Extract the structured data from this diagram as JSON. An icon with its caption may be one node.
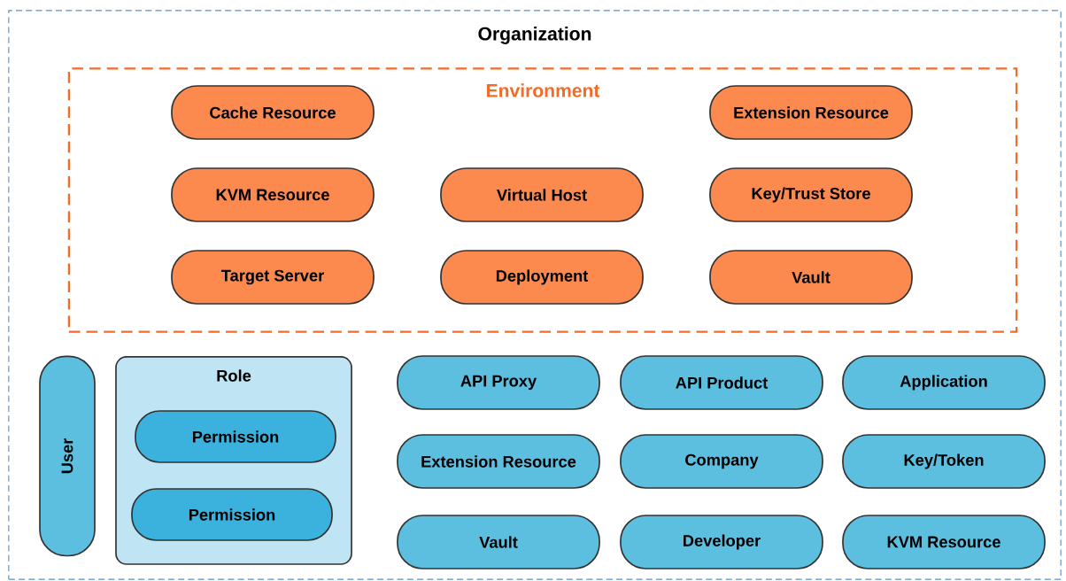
{
  "diagram": {
    "nodes": [
      {
        "text": [
          "Organization"
        ]
      },
      {
        "text": [
          "Environment"
        ],
        "in": 0
      },
      {
        "text": [
          "Cache Resource"
        ],
        "in": 1
      },
      {
        "text": [
          "Extension Resource"
        ],
        "in": 1
      },
      {
        "text": [
          "KVM Resource"
        ],
        "in": 1
      },
      {
        "text": [
          "Virtual Host"
        ],
        "in": 1
      },
      {
        "text": [
          "Key/Trust Store"
        ],
        "in": 1
      },
      {
        "text": [
          "Target Server"
        ],
        "in": 1
      },
      {
        "text": [
          "Deployment"
        ],
        "in": 1
      },
      {
        "text": [
          "Vault"
        ],
        "in": 1
      },
      {
        "text": [
          "User"
        ],
        "in": 0
      },
      {
        "text": [
          "Role"
        ],
        "in": 0
      },
      {
        "text": [
          "Permission"
        ],
        "in": 11
      },
      {
        "text": [
          "Permission"
        ],
        "in": 11
      },
      {
        "text": [
          "API Proxy"
        ],
        "in": 0
      },
      {
        "text": [
          "API Product"
        ],
        "in": 0
      },
      {
        "text": [
          "Application"
        ],
        "in": 0
      },
      {
        "text": [
          "Extension Resource"
        ],
        "in": 0
      },
      {
        "text": [
          "Company"
        ],
        "in": 0
      },
      {
        "text": [
          "Key/Token"
        ],
        "in": 0
      },
      {
        "text": [
          "Vault"
        ],
        "in": 0
      },
      {
        "text": [
          "Developer"
        ],
        "in": 0
      },
      {
        "text": [
          "KVM Resource"
        ],
        "in": 0
      }
    ]
  }
}
